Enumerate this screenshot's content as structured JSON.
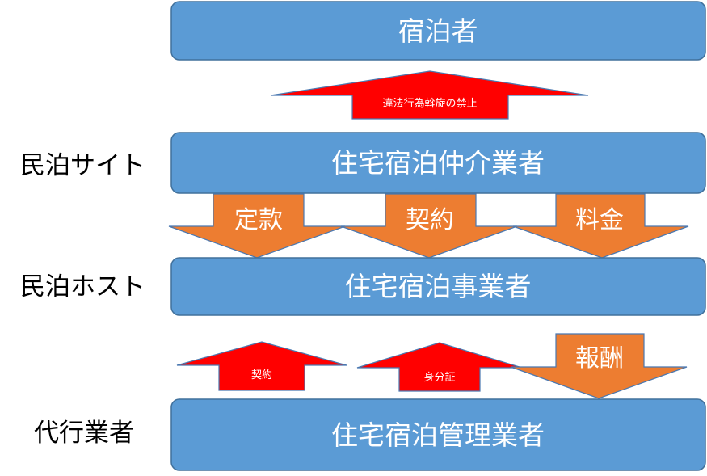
{
  "colors": {
    "box_fill": "#5b9bd5",
    "box_stroke": "#41719c",
    "red_arrow": "#ff0000",
    "red_arrow_stroke": "#4a78b0",
    "orange_arrow": "#ed7d31",
    "orange_arrow_stroke": "#4a78b0"
  },
  "boxes": {
    "guest": "宿泊者",
    "intermediary": "住宅宿泊仲介業者",
    "operator": "住宅宿泊事業者",
    "manager": "住宅宿泊管理業者"
  },
  "side_labels": {
    "site": "民泊サイト",
    "host": "民泊ホスト",
    "agent": "代行業者"
  },
  "arrows": {
    "prohibition": "違法行為斡旋の禁止",
    "terms": "定款",
    "contract": "契約",
    "fee": "料金",
    "contract_small": "契約",
    "id": "身分証",
    "reward": "報酬"
  }
}
